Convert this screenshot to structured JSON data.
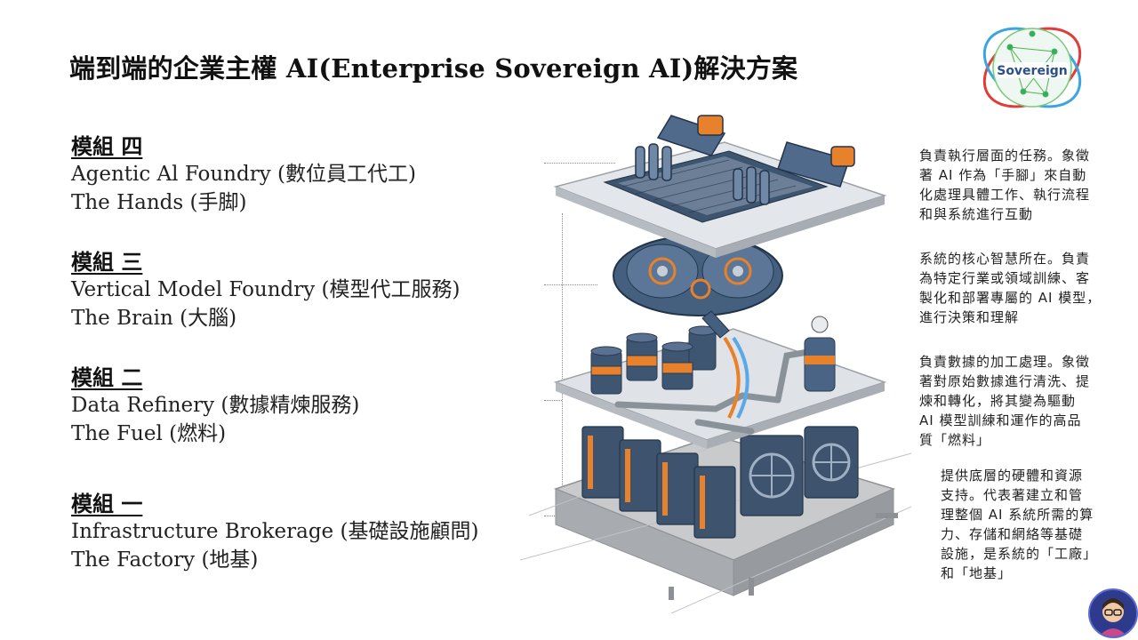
{
  "title": "端到端的企業主權 AI(Enterprise Sovereign AI)解決方案",
  "logo": {
    "text": "Sovereign"
  },
  "modules": [
    {
      "head": "模組 四",
      "line1": "Agentic Al Foundry (數位員工代工)",
      "line2": "The Hands (手脚)",
      "desc": [
        "負責執行層面的任務。象徵",
        "著 AI 作為「手腳」來自動",
        "化處理具體工作、執行流程",
        "和與系統進行互動"
      ]
    },
    {
      "head": "模組 三",
      "line1": "Vertical Model Foundry (模型代工服務)",
      "line2": "The Brain (大腦)",
      "desc": [
        "系統的核心智慧所在。負責",
        "為特定行業或領域訓練、客",
        "製化和部署專屬的 AI 模型，",
        "進行決策和理解"
      ]
    },
    {
      "head": "模組 二",
      "line1": "Data Refinery (數據精煉服務)",
      "line2": "The Fuel (燃料)",
      "desc": [
        "負責數據的加工處理。象徵",
        "著對原始數據進行清洗、提",
        "煉和轉化，將其變為驅動",
        "AI 模型訓練和運作的高品",
        "質「燃料」"
      ]
    },
    {
      "head": "模組 一",
      "line1": "Infrastructure Brokerage (基礎設施顧問)",
      "line2": "The Factory (地基)",
      "desc": [
        "提供底層的硬體和資源",
        "支持。代表著建立和管",
        "理整個 AI 系統所需的算",
        "力、存儲和網絡等基礎",
        "設施，是系統的「工廠」",
        "和「地基」"
      ]
    }
  ],
  "colors": {
    "steel": "#4f6a8a",
    "orange": "#e8812c",
    "platform": "#d8dbe0",
    "concrete": "#b9bcc0"
  }
}
